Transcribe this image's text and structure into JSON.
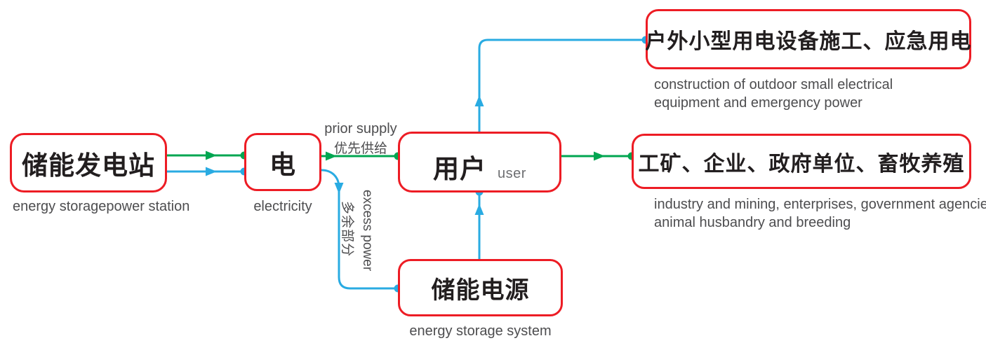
{
  "colors": {
    "box_border_red": "#ED1C24",
    "flow_green": "#00A651",
    "flow_blue": "#29ABE2",
    "title_text": "#221E1F",
    "caption_text": "#4D4D4F"
  },
  "nodes": {
    "station": {
      "title": "储能发电站",
      "caption": "energy storagepower station"
    },
    "electricity": {
      "title": "电",
      "caption": "electricity"
    },
    "user": {
      "title": "用户",
      "subtitle": "user"
    },
    "storage": {
      "title": "储能电源",
      "caption": "energy storage system"
    },
    "outdoor": {
      "title": "户外小型用电设备施工、应急用电",
      "caption_line1": "construction of outdoor small electrical",
      "caption_line2": "equipment and emergency power"
    },
    "industry": {
      "title": "工矿、企业、政府单位、畜牧养殖",
      "caption_line1": "industry and mining, enterprises, government agencies,",
      "caption_line2": "animal husbandry and breeding"
    }
  },
  "edge_labels": {
    "prior_supply_en": "prior supply",
    "prior_supply_zh": "优先供给",
    "excess_power_zh": "多余部分",
    "excess_power_en": "excess power"
  }
}
